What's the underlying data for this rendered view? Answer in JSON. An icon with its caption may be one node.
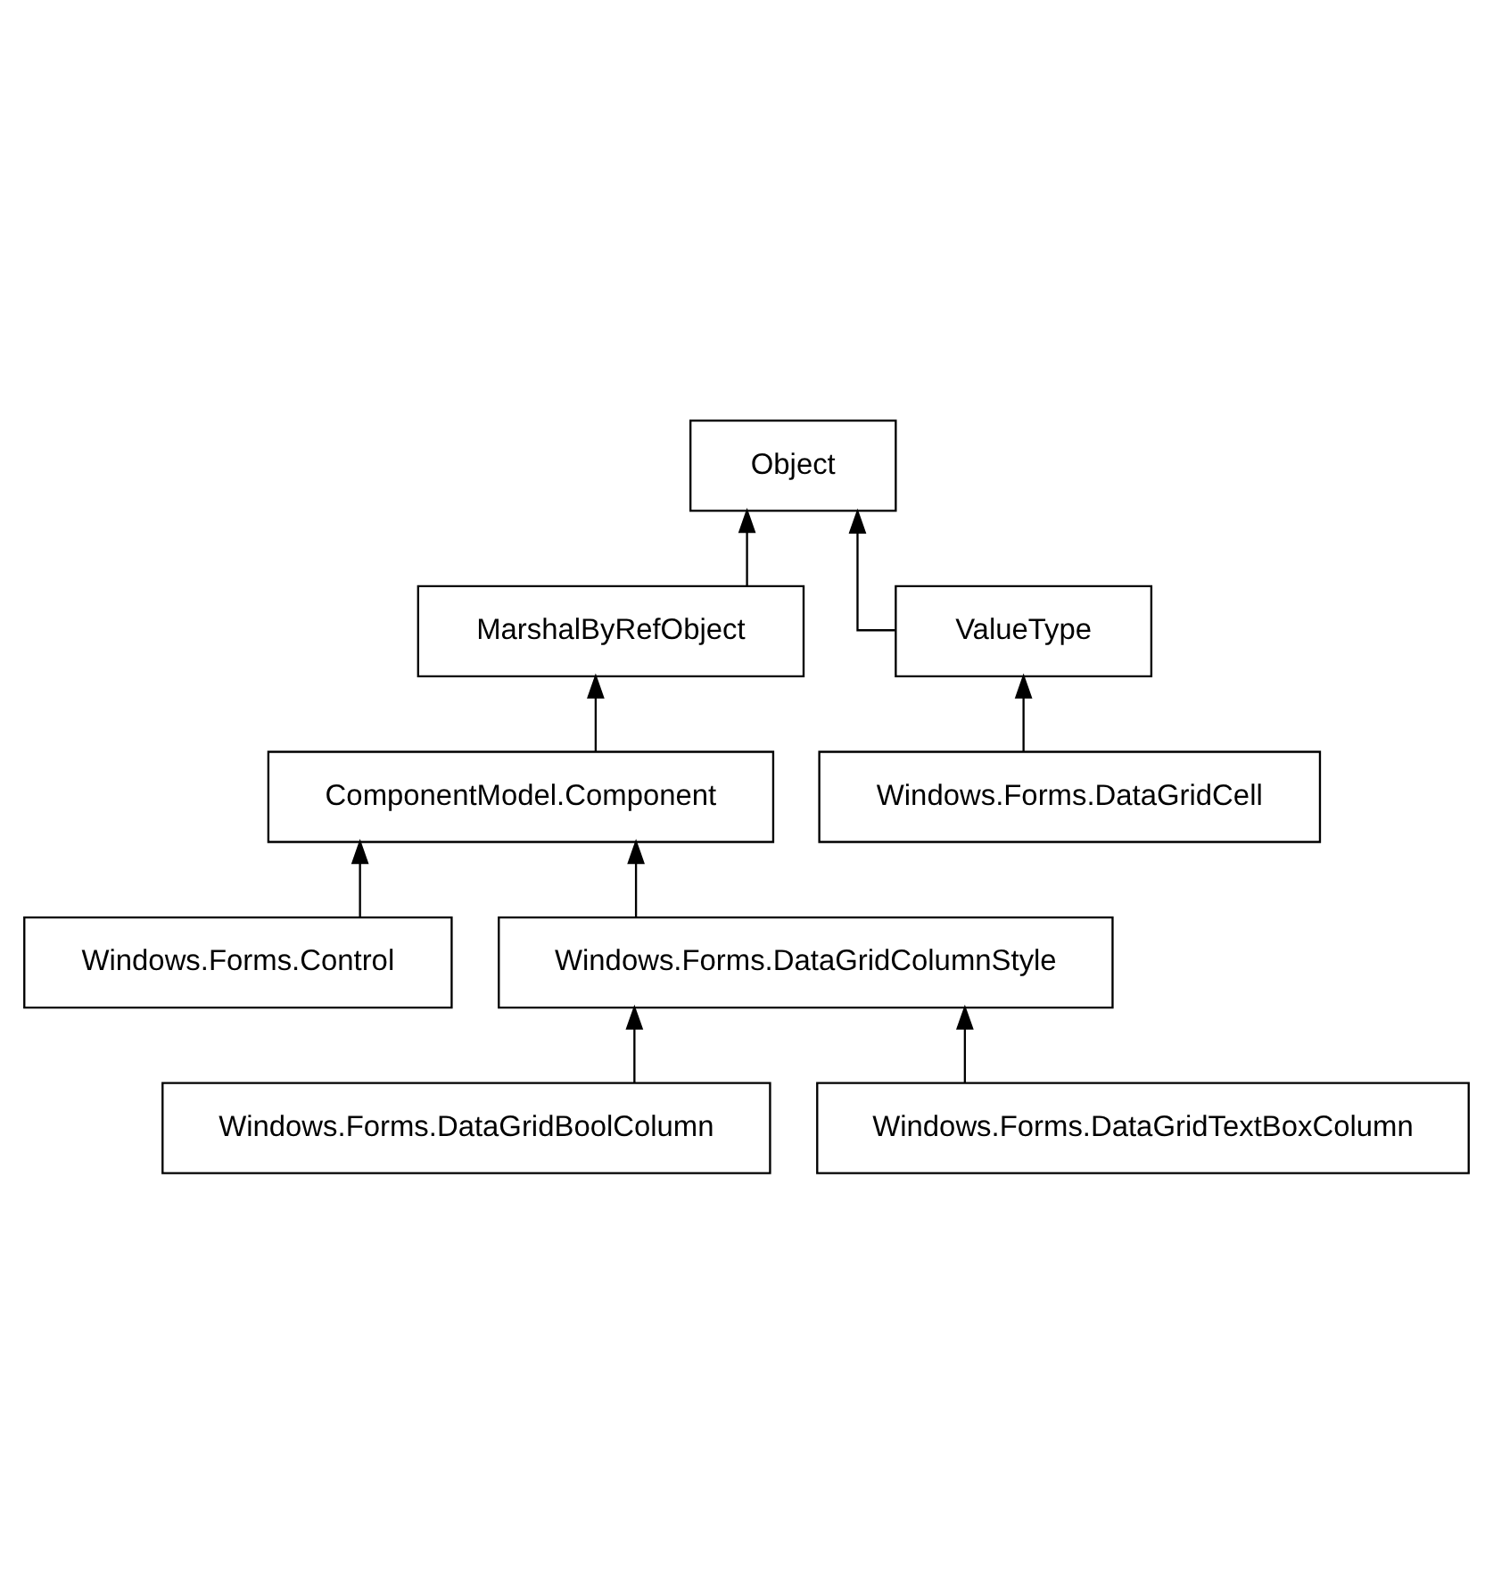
{
  "diagram": {
    "nodes": [
      {
        "text": [
          "Object"
        ]
      },
      {
        "text": [
          "MarshalByRefObject"
        ]
      },
      {
        "text": [
          "ComponentModel.Component"
        ]
      },
      {
        "text": [
          "Windows.Forms.Control"
        ]
      },
      {
        "text": [
          "Windows.Forms.DataGridColumnStyle"
        ]
      },
      {
        "text": [
          "Windows.Forms.DataGridBoolColumn"
        ]
      },
      {
        "text": [
          "Windows.Forms.DataGridTextBoxColumn"
        ]
      },
      {
        "text": [
          "ValueType"
        ]
      },
      {
        "text": [
          "Windows.Forms.DataGridCell"
        ]
      }
    ],
    "edges": [
      {
        "from": 1,
        "to": 0,
        "arrow": "to"
      },
      {
        "from": 2,
        "to": 1,
        "arrow": "to"
      },
      {
        "from": 3,
        "to": 2,
        "arrow": "to"
      },
      {
        "from": 4,
        "to": 2,
        "arrow": "to"
      },
      {
        "from": 5,
        "to": 4,
        "arrow": "to"
      },
      {
        "from": 6,
        "to": 4,
        "arrow": "to"
      },
      {
        "from": 7,
        "to": 0,
        "arrow": "to"
      },
      {
        "from": 8,
        "to": 7,
        "arrow": "to"
      }
    ]
  }
}
